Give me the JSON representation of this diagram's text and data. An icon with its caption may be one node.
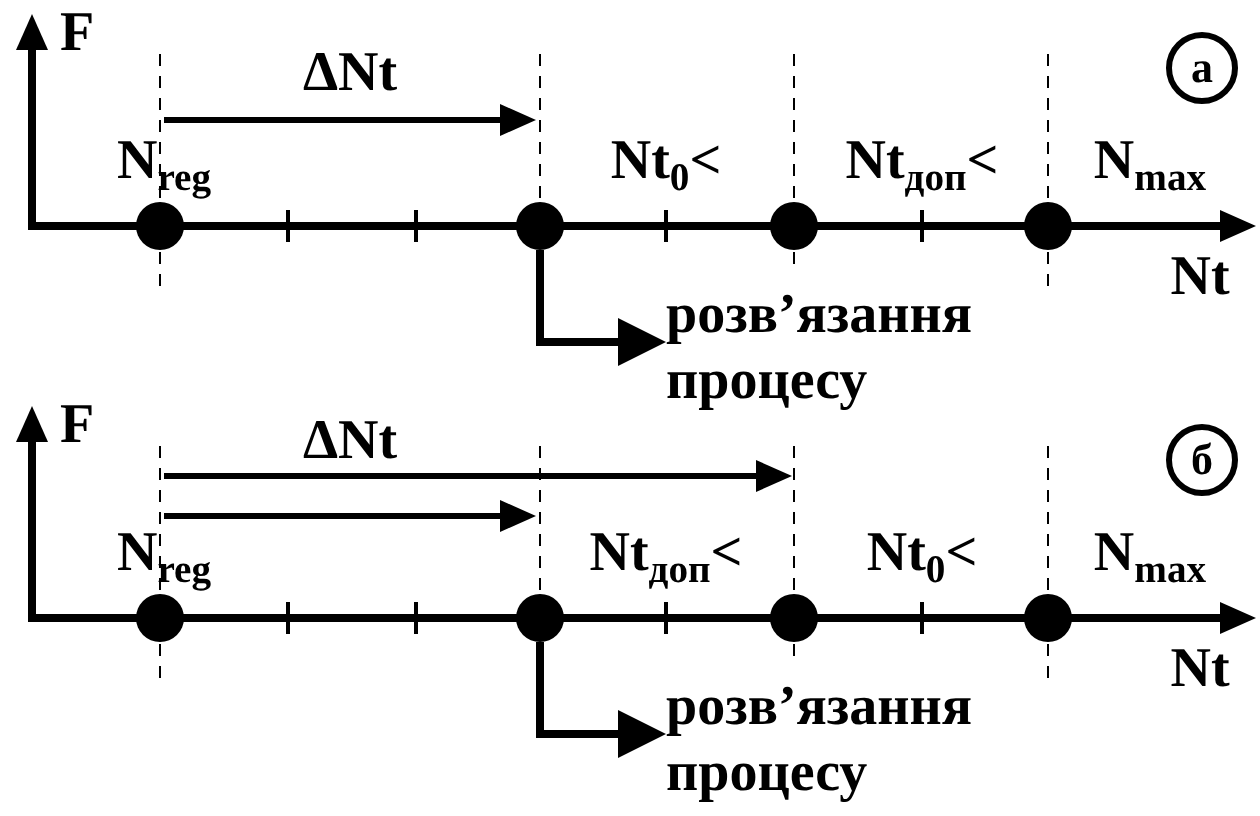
{
  "diagram": {
    "nodes": [
      {
        "text": [
          "а"
        ]
      },
      {
        "text": [],
        "shape": "circle"
      },
      {
        "text": [],
        "shape": "circle"
      },
      {
        "text": [],
        "shape": "circle"
      },
      {
        "text": [],
        "shape": "circle"
      },
      {
        "text": [
          "розв’язання процесу"
        ]
      },
      {
        "text": [
          "б"
        ]
      },
      {
        "text": [],
        "shape": "circle"
      },
      {
        "text": [],
        "shape": "circle"
      },
      {
        "text": [],
        "shape": "circle"
      },
      {
        "text": [],
        "shape": "circle"
      },
      {
        "text": [
          "розв’язання процесу"
        ]
      }
    ],
    "edges": [
      {
        "from": 2,
        "to": 5,
        "arrow": "to"
      },
      {
        "from": 8,
        "to": 11,
        "arrow": "to"
      }
    ],
    "labels": [
      "F",
      "ΔNt",
      "N$_{reg}$",
      "Nt$_{0}$<",
      "Nt$_{доп}$<",
      "N$_{max}$",
      "Nt",
      "F",
      "ΔNt",
      "N$_{reg}$",
      "Nt$_{доп}$<",
      "Nt$_{0}$<",
      "N$_{max}$",
      "Nt"
    ]
  }
}
